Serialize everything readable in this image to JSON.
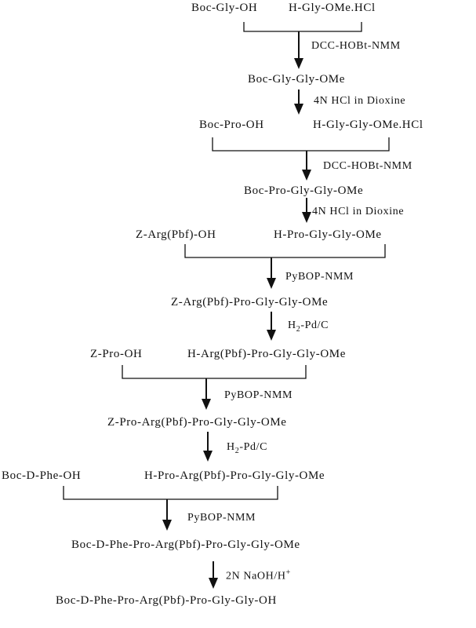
{
  "steps": [
    {
      "left": "Boc-Gly-OH",
      "right": "H-Gly-OMe.HCl",
      "reagent": "DCC-HOBt-NMM",
      "product": "Boc-Gly-Gly-OMe",
      "deprotect": "4N HCl in Dioxine"
    },
    {
      "left": "Boc-Pro-OH",
      "right": "H-Gly-Gly-OMe.HCl",
      "reagent": "DCC-HOBt-NMM",
      "product": "Boc-Pro-Gly-Gly-OMe",
      "deprotect": "4N HCl in Dioxine"
    },
    {
      "left": "Z-Arg(Pbf)-OH",
      "right": "H-Pro-Gly-Gly-OMe",
      "reagent": "PyBOP-NMM",
      "product": "Z-Arg(Pbf)-Pro-Gly-Gly-OMe",
      "deprotect": "H2-Pd/C"
    },
    {
      "left": "Z-Pro-OH",
      "right": "H-Arg(Pbf)-Pro-Gly-Gly-OMe",
      "reagent": "PyBOP-NMM",
      "product": "Z-Pro-Arg(Pbf)-Pro-Gly-Gly-OMe",
      "deprotect": "H2-Pd/C"
    },
    {
      "left": "Boc-D-Phe-OH",
      "right": "H-Pro-Arg(Pbf)-Pro-Gly-Gly-OMe",
      "reagent": "PyBOP-NMM",
      "product": "Boc-D-Phe-Pro-Arg(Pbf)-Pro-Gly-Gly-OMe",
      "deprotect": "2N NaOH/H+"
    }
  ],
  "final_product": "Boc-D-Phe-Pro-Arg(Pbf)-Pro-Gly-Gly-OH"
}
